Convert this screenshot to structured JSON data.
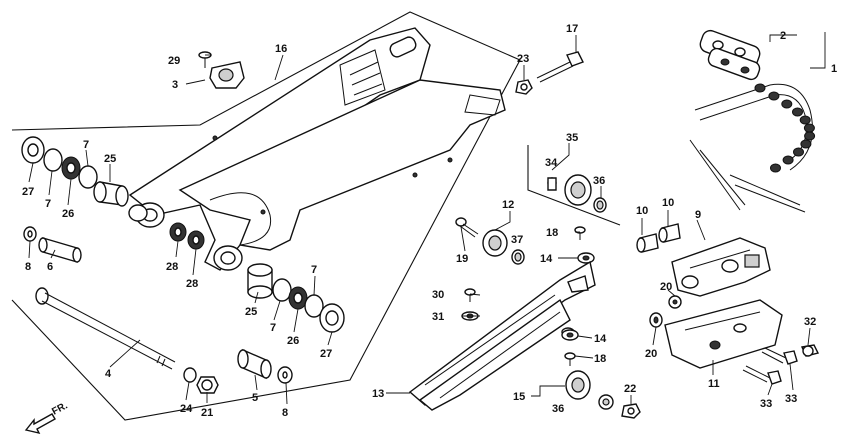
{
  "callouts": {
    "c1": "1",
    "c2": "2",
    "c3": "3",
    "c4": "4",
    "c5": "5",
    "c6": "6",
    "c7a": "7",
    "c7b": "7",
    "c7c": "7",
    "c7d": "7",
    "c8a": "8",
    "c8b": "8",
    "c9": "9",
    "c10a": "10",
    "c10b": "10",
    "c11": "11",
    "c12": "12",
    "c13": "13",
    "c14a": "14",
    "c14b": "14",
    "c15": "15",
    "c16": "16",
    "c17": "17",
    "c18a": "18",
    "c18b": "18",
    "c19": "19",
    "c20a": "20",
    "c20b": "20",
    "c21": "21",
    "c22": "22",
    "c23": "23",
    "c24": "24",
    "c25a": "25",
    "c25b": "25",
    "c26a": "26",
    "c26b": "26",
    "c27a": "27",
    "c27b": "27",
    "c28a": "28",
    "c28b": "28",
    "c29": "29",
    "c30": "30",
    "c31": "31",
    "c32": "32",
    "c33a": "33",
    "c33b": "33",
    "c34": "34",
    "c35": "35",
    "c36a": "36",
    "c36b": "36",
    "c37": "37"
  },
  "direction_label": "FR."
}
